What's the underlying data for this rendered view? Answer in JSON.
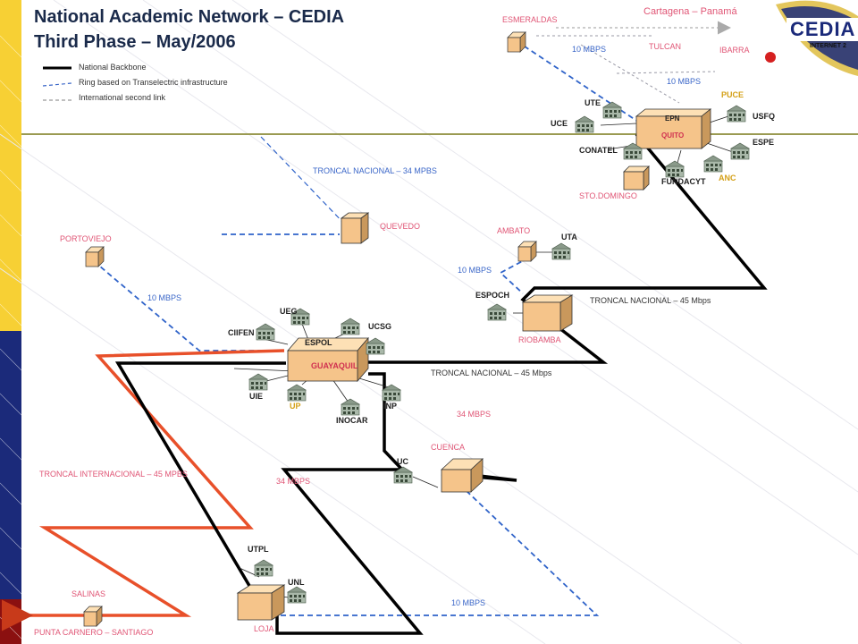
{
  "title": {
    "line1": "National Academic Network – CEDIA",
    "line2": "Third Phase – May/2006"
  },
  "legend": {
    "backbone": "National Backbone",
    "ring": "Ring based on Transelectric infrastructure",
    "international": "International second link"
  },
  "logo": {
    "text": "CEDIA",
    "sub": "INTERNET 2"
  },
  "colors": {
    "backbone": "#000000",
    "ring": "#3a66c8",
    "international": "#e8502a",
    "city_label": "#e05575",
    "link_label": "#3a66c8",
    "institution_highlight": "#d4a017",
    "building_fill": "#f5c48a",
    "sidebar_top": "#f7d034",
    "sidebar_mid": "#1b2a7a",
    "sidebar_bottom": "#8b1010"
  },
  "labels": {
    "cartagena": "Cartagena – Panamá",
    "esmeraldas": "ESMERALDAS",
    "tulcan": "TULCAN",
    "ibarra": "IBARRA",
    "mbps10_a": "10 MBPS",
    "mbps10_b": "10 MBPS",
    "mbps10_c": "10 MBPS",
    "mbps10_d": "10 MBPS",
    "mbps10_e": "10 MBPS",
    "puce": "PUCE",
    "usfq": "USFQ",
    "ute": "UTE",
    "uce": "UCE",
    "epn": "EPN",
    "quito": "QUITO",
    "espe": "ESPE",
    "conatel": "CONATEL",
    "anc": "ANC",
    "fundacyt": "FUNDACYT",
    "stodomingo": "STO.DOMINGO",
    "troncal34": "TRONCAL NACIONAL – 34 MPBS",
    "quevedo": "QUEVEDO",
    "portoviejo": "PORTOVIEJO",
    "ambato": "AMBATO",
    "uta": "UTA",
    "espoch": "ESPOCH",
    "troncal45a": "TRONCAL NACIONAL – 45 Mbps",
    "riobamba": "RIOBAMBA",
    "ueg": "UEG",
    "ucsg": "UCSG",
    "ciifen": "CIIFEN",
    "espol": "ESPOL",
    "guayaquil": "GUAYAQUIL",
    "troncal45b": "TRONCAL NACIONAL – 45 Mbps",
    "uie": "UIE",
    "up": "UP",
    "inp": "INP",
    "inocar": "INOCAR",
    "mbps34_a": "34 MBPS",
    "cuenca": "CUENCA",
    "uc": "UC",
    "troncalint": "TRONCAL INTERNACIONAL – 45 MPBS",
    "mbps34_b": "34 MBPS",
    "utpl": "UTPL",
    "unl": "UNL",
    "loja": "LOJA",
    "salinas": "SALINAS",
    "puntacarnero": "PUNTA CARNERO – SANTIAGO"
  }
}
